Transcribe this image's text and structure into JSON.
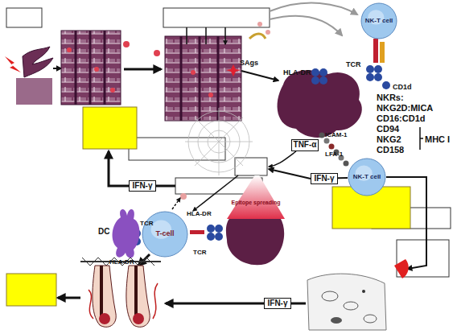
{
  "diagram": {
    "nodes": [
      {
        "text": [
          "NK-T cell"
        ]
      },
      {
        "text": [
          "TNF-α"
        ]
      },
      {
        "text": [
          "NK-T cell"
        ]
      },
      {
        "text": [
          "IFN-γ"
        ]
      },
      {
        "text": [
          "IFN-γ"
        ]
      },
      {
        "text": [
          "T-cell"
        ]
      },
      {
        "text": [
          "IFN-γ"
        ]
      },
      {
        "text": [
          "Epitope spreading"
        ]
      }
    ],
    "edges": [
      {
        "from": 2,
        "to": 3,
        "arrow": "none"
      }
    ],
    "labels": [
      "SAgs",
      "HLA-DR",
      "TCR",
      "CD1d",
      "NKRs:",
      "NKG2D:MICA",
      "CD16:CD1d",
      "CD94",
      "NKG2",
      "MHC I",
      "CD158",
      "ICAM-1",
      "LFA-1",
      "DC",
      "TCR",
      "HLA-DR",
      "HLA-DR",
      "TCR"
    ]
  }
}
